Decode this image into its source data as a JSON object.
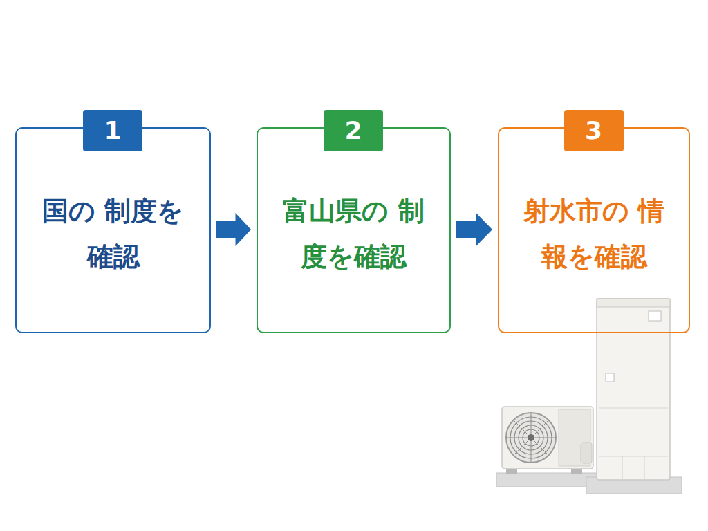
{
  "diagram": {
    "nodes": [
      {
        "text": [
          "1",
          "国の 制度を確認"
        ]
      },
      {
        "text": [
          "2",
          "富山県の 制度を確認"
        ]
      },
      {
        "text": [
          "3",
          "射水市の 情報を確認"
        ]
      }
    ],
    "edges": [
      {
        "from": 0,
        "to": 1,
        "arrow": "to"
      },
      {
        "from": 1,
        "to": 2,
        "arrow": "to"
      }
    ]
  }
}
